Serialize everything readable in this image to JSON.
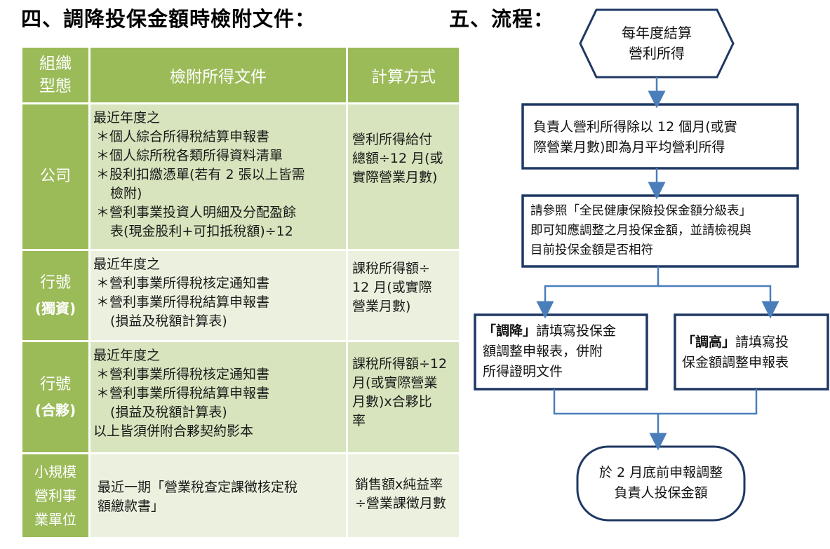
{
  "headings": {
    "docs_title": "四、調降投保金額時檢附文件：",
    "flow_title": "五、流程："
  },
  "table": {
    "headers": {
      "type": [
        "組織",
        "型態"
      ],
      "docs": "檢附所得文件",
      "calc": "計算方式"
    },
    "rows": [
      {
        "type": [
          "公司"
        ],
        "docs": [
          "最近年度之",
          "＊個人綜合所得稅結算申報書",
          "＊個人綜所稅各類所得資料清單",
          "＊股利扣繳憑單(若有 2 張以上皆需",
          "檢附)",
          "＊營利事業投資人明細及分配盈餘",
          "表(現金股利+可扣抵稅額)÷12"
        ],
        "calc": [
          "營利所得給付",
          "總額÷12 月(或",
          "實際營業月數)"
        ]
      },
      {
        "type": [
          "行號",
          "(獨資)"
        ],
        "docs": [
          "最近年度之",
          "＊營利事業所得稅核定通知書",
          "＊營利事業所得稅結算申報書",
          "(損益及稅額計算表)"
        ],
        "calc": [
          "課稅所得額÷",
          "12 月(或實際",
          "營業月數)"
        ]
      },
      {
        "type": [
          "行號",
          "(合夥)"
        ],
        "docs": [
          "最近年度之",
          "＊營利事業所得稅核定通知書",
          "＊營利事業所得稅結算申報書",
          "(損益及稅額計算表)",
          "以上皆須併附合夥契約影本"
        ],
        "calc": [
          "課稅所得額÷12",
          "月(或實際營業",
          "月數)x合夥比",
          "率"
        ]
      },
      {
        "type": [
          "小規模",
          "營利事",
          "業單位"
        ],
        "docs": [
          "最近一期「營業稅查定課徵核定稅",
          "額繳款書」"
        ],
        "calc": [
          "銷售額x純益率",
          "÷營業課徵月數"
        ]
      }
    ]
  },
  "flow": {
    "start": [
      "每年度結算",
      "營利所得"
    ],
    "step1": [
      "負責人營利所得除以 12 個月(或實",
      "際營業月數)即為月平均營利所得"
    ],
    "step2": [
      "請參照「全民健康保險投保金額分級表」",
      "即可知應調整之月投保金額，並請檢視與",
      "目前投保金額是否相符"
    ],
    "lower": {
      "keyword": "「調降」",
      "lines": [
        "請填寫投保金",
        "額調整申報表，併附",
        "所得證明文件"
      ]
    },
    "raise": {
      "keyword": "「調高」",
      "lines": [
        "請填寫投",
        "保金額調整申報表"
      ]
    },
    "end": [
      "於 2 月底前申報調整",
      "負責人投保金額"
    ]
  },
  "colors": {
    "table_header": "#9bbb59",
    "row_dark": "#d7e4bd",
    "row_light": "#ebf1de",
    "flow_border": "#1f3864",
    "flow_arrow": "#4a7ebb"
  }
}
